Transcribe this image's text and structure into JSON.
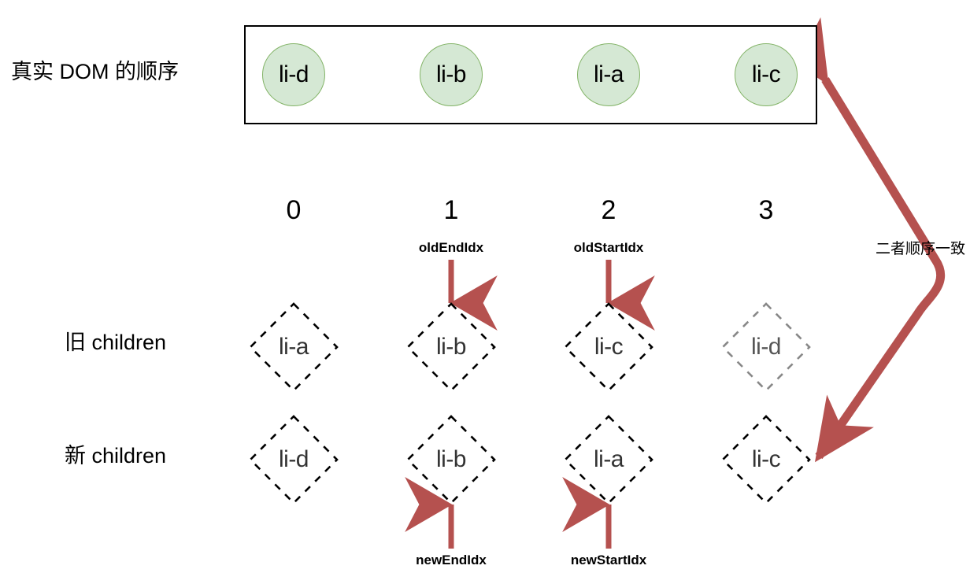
{
  "diagram": {
    "title_row_label": "真实 DOM 的顺序",
    "old_row_label": "旧 children",
    "new_row_label": "新 children",
    "annotation": "二者顺序一致",
    "colors": {
      "circle_fill": "#d5e8d4",
      "circle_stroke": "#82b366",
      "arrow": "#b5514f",
      "box_stroke": "#000000",
      "diamond_stroke": "#000000",
      "diamond_stroke_faded": "#888888"
    },
    "dom_nodes": [
      {
        "label": "li-d"
      },
      {
        "label": "li-b"
      },
      {
        "label": "li-a"
      },
      {
        "label": "li-c"
      }
    ],
    "indices": [
      "0",
      "1",
      "2",
      "3"
    ],
    "old_pointers": [
      {
        "index": 1,
        "label": "oldEndIdx"
      },
      {
        "index": 2,
        "label": "oldStartIdx"
      }
    ],
    "new_pointers": [
      {
        "index": 1,
        "label": "newEndIdx"
      },
      {
        "index": 2,
        "label": "newStartIdx"
      }
    ],
    "old_children": [
      {
        "label": "li-a",
        "faded": false
      },
      {
        "label": "li-b",
        "faded": false
      },
      {
        "label": "li-c",
        "faded": false
      },
      {
        "label": "li-d",
        "faded": true
      }
    ],
    "new_children": [
      {
        "label": "li-d",
        "faded": false
      },
      {
        "label": "li-b",
        "faded": false
      },
      {
        "label": "li-a",
        "faded": false
      },
      {
        "label": "li-c",
        "faded": false
      }
    ]
  }
}
